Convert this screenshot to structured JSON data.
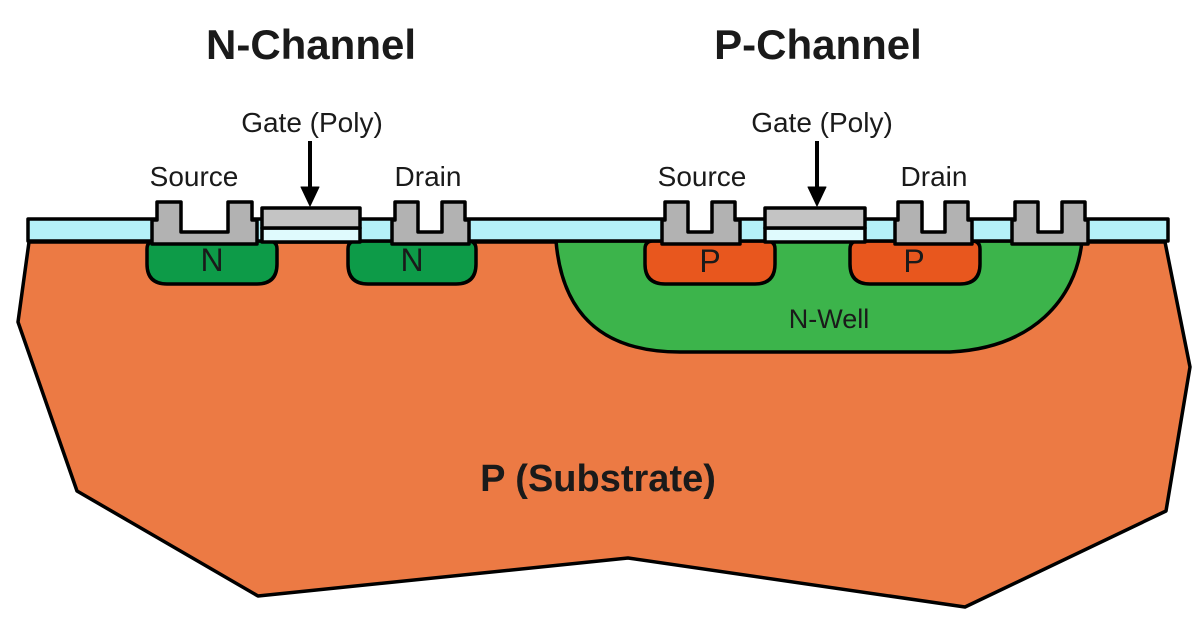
{
  "diagram": {
    "n_channel": {
      "title": "N-Channel",
      "gate_label": "Gate (Poly)",
      "source_label": "Source",
      "drain_label": "Drain",
      "source_region": "N",
      "drain_region": "N"
    },
    "p_channel": {
      "title": "P-Channel",
      "gate_label": "Gate (Poly)",
      "source_label": "Source",
      "drain_label": "Drain",
      "source_region": "P",
      "drain_region": "P"
    },
    "n_well_label": "N-Well",
    "substrate_label": "P (Substrate)"
  },
  "colors": {
    "background": "#FFFFFF",
    "outline": "#000000",
    "text": "#1A1A1A",
    "substrate": "#EC7A44",
    "n_well": "#3CB44B",
    "n_plus": "#0D9B48",
    "p_plus": "#E8571E",
    "oxide": "#B5F2F9",
    "gate_oxide": "#DFFAFD",
    "gate": "#C4C4C4",
    "contact": "#B2B2B2"
  }
}
